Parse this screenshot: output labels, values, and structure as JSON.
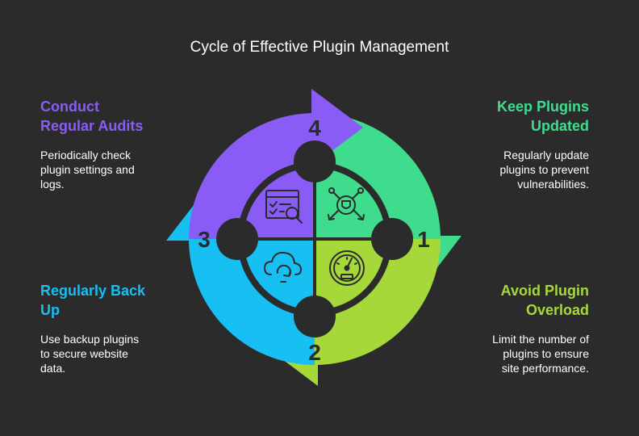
{
  "title": "Cycle of Effective Plugin Management",
  "colors": {
    "background": "#2b2b2b",
    "green": "#3fdc8e",
    "lime": "#a6d83a",
    "blue": "#17bff3",
    "purple": "#8a5cf6",
    "dark": "#2b2b2b"
  },
  "steps": [
    {
      "number": "1",
      "title_line1": "Keep Plugins",
      "title_line2": "Updated",
      "desc_line1": "Regularly update",
      "desc_line2": "plugins to prevent",
      "desc_line3": "vulnerabilities.",
      "icon": "shield-network-icon"
    },
    {
      "number": "2",
      "title_line1": "Avoid Plugin",
      "title_line2": "Overload",
      "desc_line1": "Limit the number of",
      "desc_line2": "plugins to ensure",
      "desc_line3": "site performance.",
      "icon": "speedometer-icon"
    },
    {
      "number": "3",
      "title_line1": "Regularly Back",
      "title_line2": "Up",
      "desc_line1": "Use backup plugins",
      "desc_line2": "to secure website",
      "desc_line3": "data.",
      "icon": "cloud-sync-icon"
    },
    {
      "number": "4",
      "title_line1": "Conduct",
      "title_line2": "Regular Audits",
      "desc_line1": "Periodically check",
      "desc_line2": "plugin settings and",
      "desc_line3": "logs.",
      "icon": "checklist-search-icon"
    }
  ]
}
